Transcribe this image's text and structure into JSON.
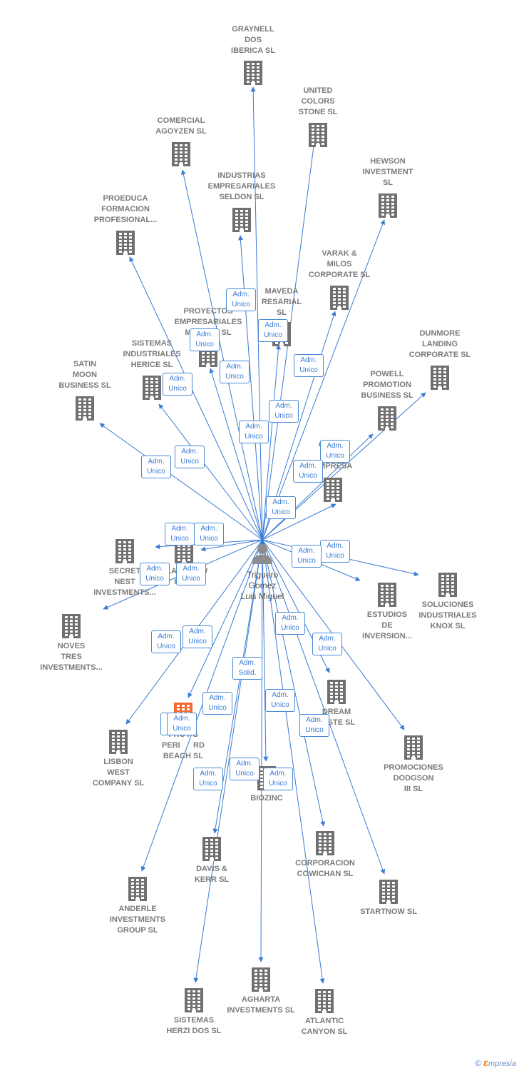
{
  "center": {
    "name": "Triguero\nGomez\nLuis Miguel"
  },
  "nodes": [
    {
      "id": "graynell",
      "label": "GRAYNELL\nDOS\nIBERICA  SL"
    },
    {
      "id": "united",
      "label": "UNITED\nCOLORS\nSTONE SL"
    },
    {
      "id": "comercial",
      "label": "COMERCIAL\nAGOYZEN SL"
    },
    {
      "id": "hewson",
      "label": "HEWSON\nINVESTMENT\nSL"
    },
    {
      "id": "industrias",
      "label": "INDUSTRIAS\nEMPRESARIALES\nSELDON SL"
    },
    {
      "id": "proeduca",
      "label": "PROEDUCA\nFORMACION\nPROFESIONAL..."
    },
    {
      "id": "varak",
      "label": "VARAK &\nMILOS\nCORPORATE SL"
    },
    {
      "id": "maveda",
      "label": "MAVEDA\nRESARIAL\nSL"
    },
    {
      "id": "proyectos",
      "label": "PROYECTOS\nEMPRESARIALES\nMANILVA SL"
    },
    {
      "id": "dunmore",
      "label": "DUNMORE\nLANDING\nCORPORATE SL"
    },
    {
      "id": "sistemas_i",
      "label": "SISTEMAS\nINDUSTRIALES\nHERICE  SL"
    },
    {
      "id": "satin",
      "label": "SATIN\nMOON\nBUSINESS SL"
    },
    {
      "id": "powell",
      "label": "POWELL\nPROMOTION\nBUSINESS  SL"
    },
    {
      "id": "grupo",
      "label": "GRUPO\nCAD\nEMPRESA"
    },
    {
      "id": "secret",
      "label": "SECRET\nNEST\nINVESTMENTS..."
    },
    {
      "id": "gladeview",
      "label": "GLADEVIEW\nIS  SL"
    },
    {
      "id": "soluciones",
      "label": "SOLUCIONES\nINDUSTRIALES\nKNOX SL"
    },
    {
      "id": "estudios",
      "label": "ESTUDIOS\nDE\nINVERSION..."
    },
    {
      "id": "noves",
      "label": "NOVES\nTRES\nINVESTMENTS..."
    },
    {
      "id": "dream",
      "label": "DREAM\nTASTE SL"
    },
    {
      "id": "proy_beach",
      "label": "PROY       S\nPERI      RD\nBEACH  SL"
    },
    {
      "id": "lisbon",
      "label": "LISBON\nWEST\nCOMPANY  SL"
    },
    {
      "id": "promociones",
      "label": "PROMOCIONES\nDODGSON\nIII SL"
    },
    {
      "id": "biozinc",
      "label": "BIOZINC"
    },
    {
      "id": "corporacion",
      "label": "CORPORACION\nCOWICHAN SL"
    },
    {
      "id": "davis",
      "label": "DAVIS &\nKERR SL"
    },
    {
      "id": "startnow",
      "label": "STARTNOW SL"
    },
    {
      "id": "anderle",
      "label": "ANDERLE\nINVESTMENTS\nGROUP SL"
    },
    {
      "id": "agharta",
      "label": "AGHARTA\nINVESTMENTS SL"
    },
    {
      "id": "sistemas_h",
      "label": "SISTEMAS\nHERZI DOS SL"
    },
    {
      "id": "atlantic",
      "label": "ATLANTIC\nCANYON SL"
    }
  ],
  "relation_labels": {
    "adm_unico": "Adm.\nUnico",
    "adm_solid": "Adm.\nSolid."
  },
  "relations": [
    {
      "target": "graynell",
      "role": "adm_unico"
    },
    {
      "target": "united",
      "role": "adm_unico"
    },
    {
      "target": "comercial",
      "role": "adm_unico"
    },
    {
      "target": "hewson",
      "role": "adm_unico"
    },
    {
      "target": "industrias",
      "role": "adm_unico"
    },
    {
      "target": "proeduca",
      "role": "adm_unico"
    },
    {
      "target": "varak",
      "role": "adm_unico"
    },
    {
      "target": "maveda",
      "role": "adm_unico"
    },
    {
      "target": "proyectos",
      "role": "adm_unico"
    },
    {
      "target": "dunmore",
      "role": "adm_unico"
    },
    {
      "target": "sistemas_i",
      "role": "adm_unico"
    },
    {
      "target": "satin",
      "role": "adm_unico"
    },
    {
      "target": "powell",
      "role": "adm_unico"
    },
    {
      "target": "grupo",
      "role": "adm_unico"
    },
    {
      "target": "secret",
      "role": "adm_unico"
    },
    {
      "target": "gladeview",
      "role": "adm_unico"
    },
    {
      "target": "soluciones",
      "role": "adm_unico"
    },
    {
      "target": "estudios",
      "role": "adm_unico"
    },
    {
      "target": "noves",
      "role": "adm_unico"
    },
    {
      "target": "dream",
      "role": "adm_unico"
    },
    {
      "target": "proy_beach",
      "role": "adm_unico"
    },
    {
      "target": "lisbon",
      "role": "adm_unico"
    },
    {
      "target": "promociones",
      "role": "adm_unico"
    },
    {
      "target": "biozinc",
      "role": "adm_solid"
    },
    {
      "target": "corporacion",
      "role": "adm_unico"
    },
    {
      "target": "davis",
      "role": "adm_unico"
    },
    {
      "target": "startnow",
      "role": "adm_unico"
    },
    {
      "target": "anderle",
      "role": "adm_unico"
    },
    {
      "target": "agharta",
      "role": "adm_unico"
    },
    {
      "target": "sistemas_h",
      "role": "adm_unico"
    },
    {
      "target": "atlantic",
      "role": "adm_unico"
    }
  ],
  "colors": {
    "edge": "#3a7bd5",
    "building": "#707070",
    "building_highlight": "#f26a2e",
    "person": "#8c8c8c"
  },
  "highlight": "proy_beach",
  "footer": {
    "copyright": "©",
    "brand_initial": "Ɛ",
    "brand_rest": "mpresia"
  }
}
